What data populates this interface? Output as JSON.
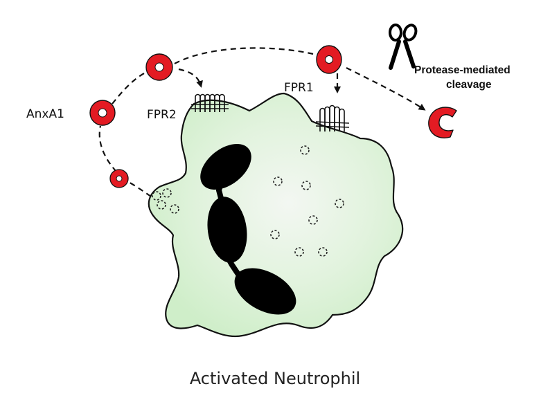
{
  "labels": {
    "anxa1": "AnxA1",
    "fpr2": "FPR2",
    "fpr1": "FPR1",
    "protease_line1": "Protease-mediated",
    "protease_line2": "cleavage",
    "caption": "Activated Neutrophil"
  },
  "colors": {
    "cell_fill": "#d8f2d3",
    "cell_center": "#f2f7f1",
    "outline": "#111111",
    "anxa1_ring": "#e31b23",
    "nucleus": "#000000",
    "vesicle": "#2a2a2a"
  },
  "icons": [
    "scissors-icon"
  ]
}
